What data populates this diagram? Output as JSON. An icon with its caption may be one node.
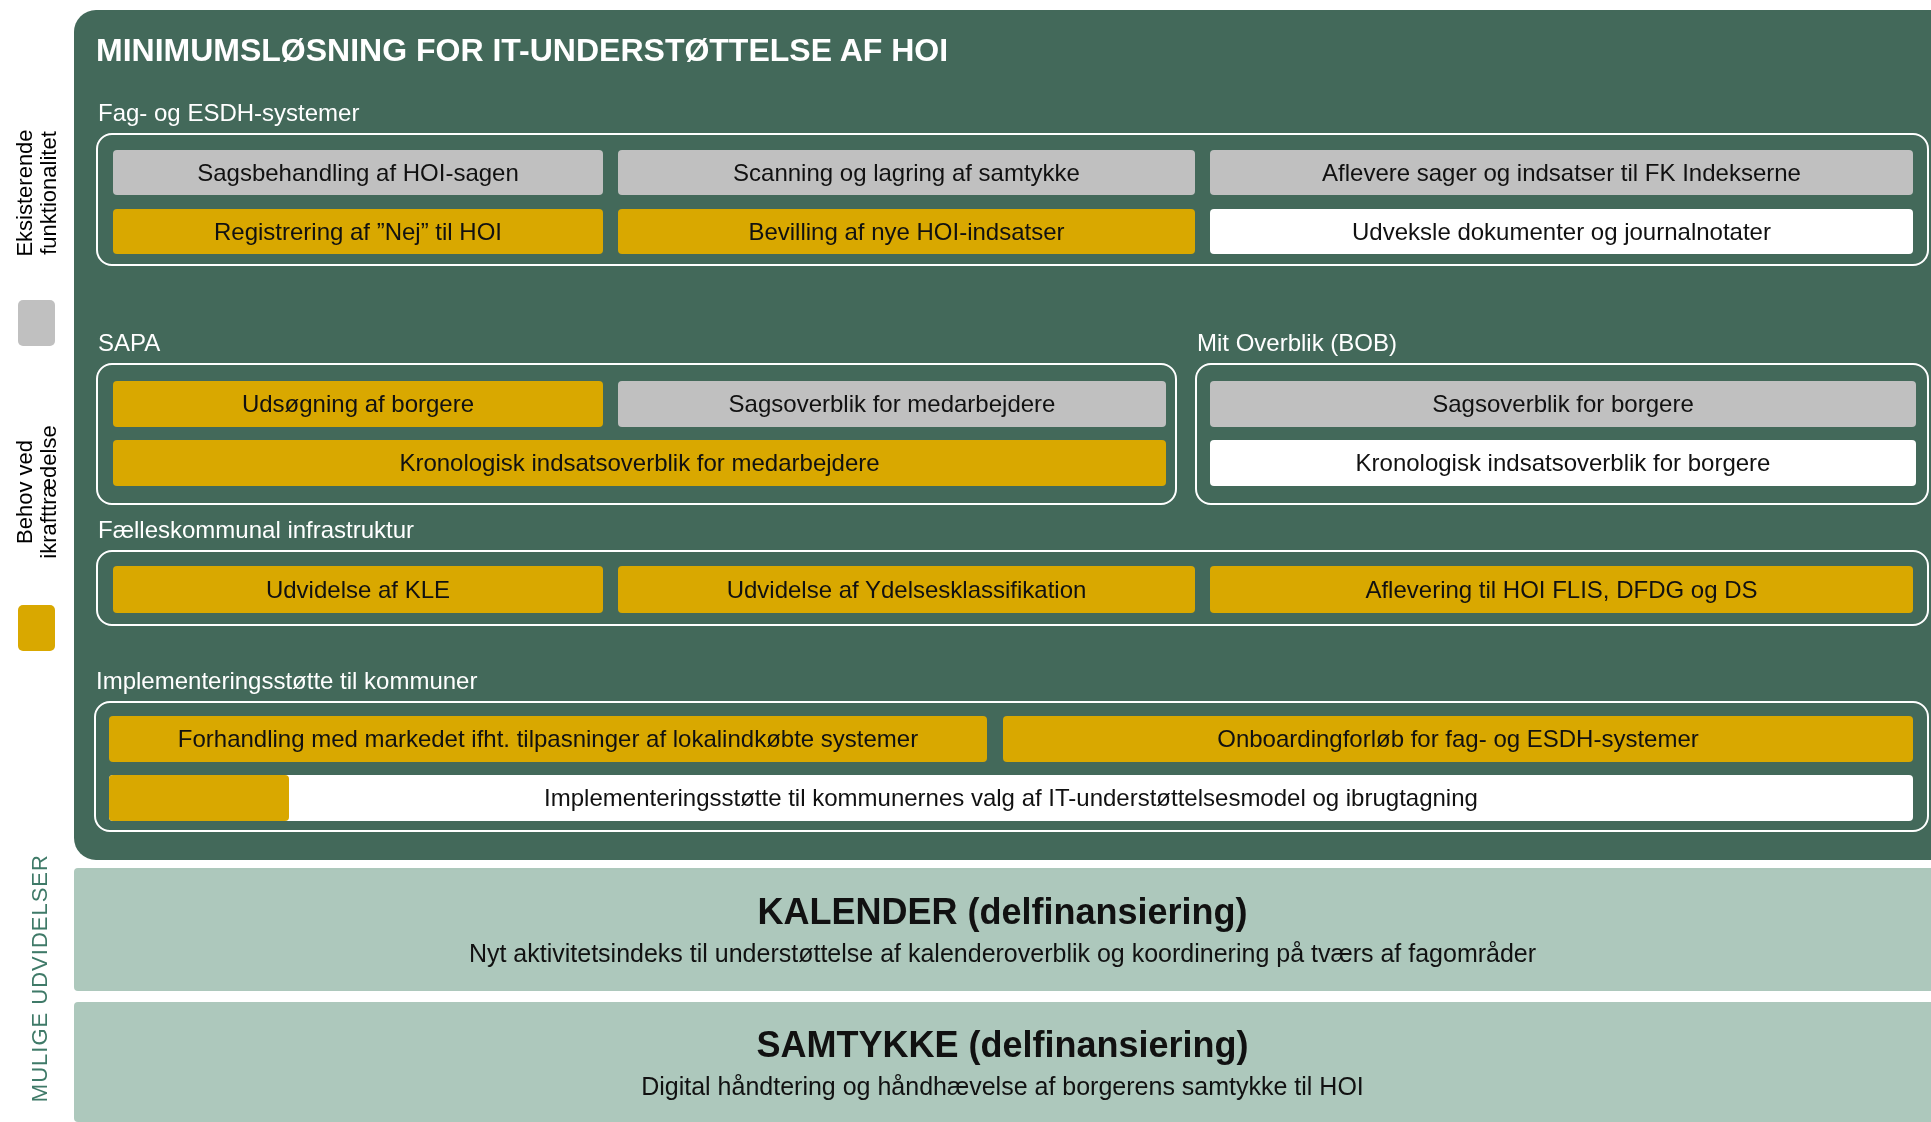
{
  "diagram": {
    "title": "MINIMUMSLØSNING FOR IT-UNDERSTØTTELSE AF HOI",
    "nodes": [
      {
        "text": [],
        "shape": "box"
      },
      {
        "text": [
          "Fag- og ESDH-systemer"
        ],
        "in": 0
      },
      {
        "text": [
          "Sagsbehandling af HOI-sagen"
        ],
        "in": 1
      },
      {
        "text": [
          "Scanning og lagring af samtykke"
        ],
        "in": 1
      },
      {
        "text": [
          "Aflevere sager og indsatser til FK Indekserne"
        ],
        "in": 1
      },
      {
        "text": [
          "Registrering af ”Nej” til HOI"
        ],
        "in": 1
      },
      {
        "text": [
          "Bevilling af nye HOI-indsatser"
        ],
        "in": 1
      },
      {
        "text": [
          "Udveksle dokumenter og journalnotater"
        ],
        "in": 1
      },
      {
        "text": [
          "SAPA"
        ],
        "in": 0
      },
      {
        "text": [
          "Udsøgning af borgere"
        ],
        "in": 8
      },
      {
        "text": [
          "Sagsoverblik for medarbejdere"
        ],
        "in": 8
      },
      {
        "text": [
          "Kronologisk indsatsoverblik for medarbejdere"
        ],
        "in": 8
      },
      {
        "text": [
          "Mit Overblik (BOB)"
        ],
        "in": 0
      },
      {
        "text": [
          "Sagsoverblik for borgere"
        ],
        "in": 12
      },
      {
        "text": [
          "Kronologisk indsatsoverblik for borgere"
        ],
        "in": 12
      },
      {
        "text": [
          "Fælleskommunal infrastruktur"
        ],
        "in": 0
      },
      {
        "text": [
          "Udvidelse af KLE"
        ],
        "in": 15
      },
      {
        "text": [
          "Udvidelse af Ydelsesklassifikation"
        ],
        "in": 15
      },
      {
        "text": [
          "Aflevering til HOI FLIS, DFDG og DS"
        ],
        "in": 15
      },
      {
        "text": [
          "Implementeringsstøtte til kommuner"
        ],
        "in": 0
      },
      {
        "text": [
          "Forhandling med markedet ifht. tilpasninger af lokalindkøbte systemer"
        ],
        "in": 19
      },
      {
        "text": [
          "Onboardingforløb for fag- og ESDH-systemer"
        ],
        "in": 19
      },
      {
        "text": [
          "Implementeringsstøtte til kommunernes valg af IT-understøttelsesmodel og ibrugtagning"
        ],
        "in": 19
      },
      {
        "text": [],
        "shape": "bar",
        "in": 22
      },
      {
        "text": [
          "KALENDER (delfinansiering)",
          "Nyt aktivitetsindeks til understøttelse af kalenderoverblik og koordinering på tværs af fagområder"
        ]
      },
      {
        "text": [
          "SAMTYKKE (delfinansiering)",
          "Digital håndtering og håndhævelse af borgerens samtykke til HOI"
        ]
      }
    ],
    "labels": [
      "MULIGE UDVIDELSER"
    ],
    "legend": [
      {
        "text": "Eksisterende funktionalitet",
        "color": "#c0c0c0"
      },
      {
        "text": "Behov ved ikrafttrædelse",
        "color": "#d9a800"
      }
    ]
  }
}
